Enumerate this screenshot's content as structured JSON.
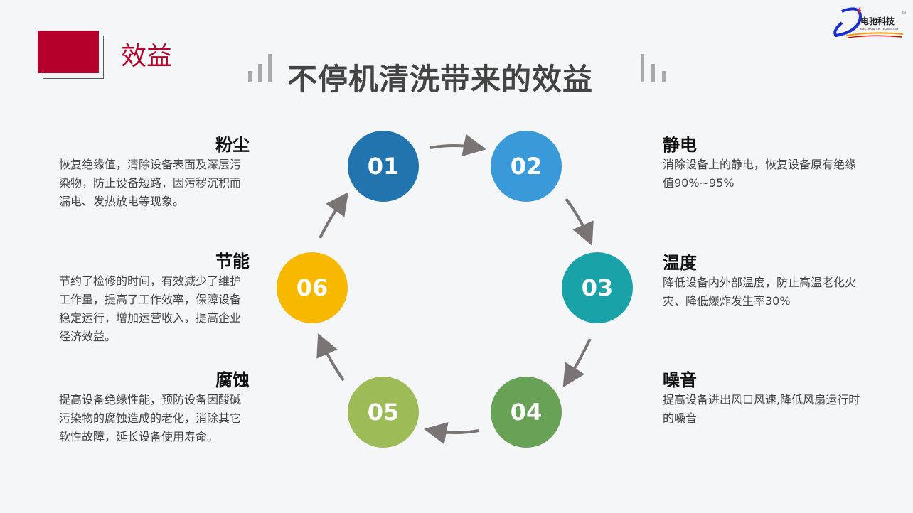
{
  "section_label": "效益",
  "title": "不停机清洗带来的效益",
  "logo": {
    "text": "电驰科技",
    "subtext": "ELECTRICAL CHI TECHNOLOGY",
    "mark": "TM"
  },
  "steps": [
    {
      "num": "01",
      "color": "#2174ae"
    },
    {
      "num": "02",
      "color": "#3a9ad9"
    },
    {
      "num": "03",
      "color": "#19a2a8"
    },
    {
      "num": "04",
      "color": "#68a257"
    },
    {
      "num": "05",
      "color": "#9dbb56"
    },
    {
      "num": "06",
      "color": "#f8b800"
    }
  ],
  "benefits": {
    "dust": {
      "title": "粉尘",
      "text": "恢复绝缘值，清除设备表面及深层污染物，防止设备短路，因污秽沉积而漏电、发热放电等现象。"
    },
    "energy": {
      "title": "节能",
      "text": "节约了检修的时间，有效减少了维护工作量，提高了工作效率，保障设备稳定运行，增加运营收入，提高企业经济效益。"
    },
    "corrosion": {
      "title": "腐蚀",
      "text": "提高设备绝缘性能，预防设备因酸碱污染物的腐蚀造成的老化，消除其它软性故障，延长设备使用寿命。"
    },
    "static": {
      "title": "静电",
      "text": "消除设备上的静电，恢复设备原有绝缘值90%~95%"
    },
    "temperature": {
      "title": "温度",
      "text": "降低设备内外部温度，防止高温老化火灾、降低爆炸发生率30%"
    },
    "noise": {
      "title": "噪音",
      "text": "提高设备进出风口风速,降低风扇运行时的噪音"
    }
  }
}
